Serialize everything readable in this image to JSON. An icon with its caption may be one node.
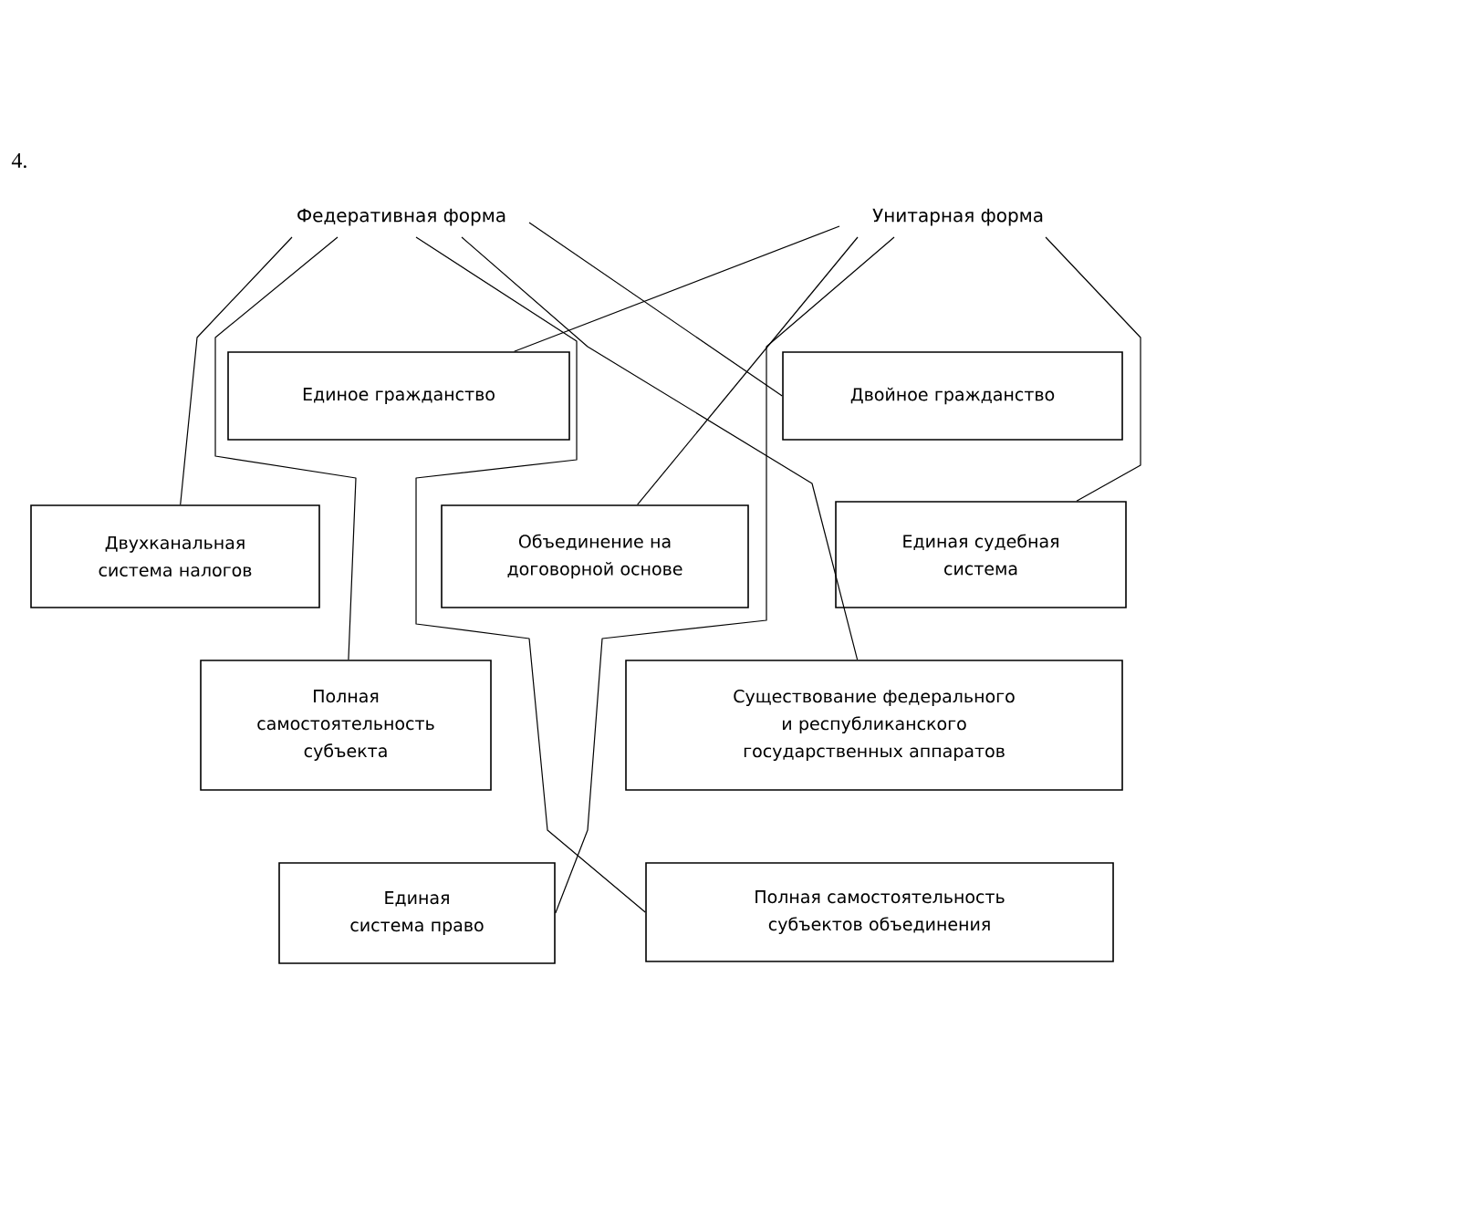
{
  "diagram": {
    "nodes": [
      {
        "text": [
          "Федеративная форма"
        ]
      },
      {
        "text": [
          "Унитарная форма"
        ]
      },
      {
        "text": [
          "Единое гражданство"
        ]
      },
      {
        "text": [
          "Двойное гражданство"
        ]
      },
      {
        "text": [
          "Двухканальная система налогов"
        ]
      },
      {
        "text": [
          "Объединение на договорной основе"
        ]
      },
      {
        "text": [
          "Единая судебная система"
        ]
      },
      {
        "text": [
          "Полная самостоятельность субъекта"
        ]
      },
      {
        "text": [
          "Существование федерального и республиканского государственных аппаратов"
        ]
      },
      {
        "text": [
          "Единая система право"
        ]
      },
      {
        "text": [
          "Полная самостоятельность субъектов объединения"
        ]
      }
    ],
    "edges": [
      {
        "from": 0,
        "to": 4,
        "arrow": "none"
      },
      {
        "from": 0,
        "to": 7,
        "arrow": "none"
      },
      {
        "from": 0,
        "to": 10,
        "arrow": "none"
      },
      {
        "from": 0,
        "to": 8,
        "arrow": "none"
      },
      {
        "from": 0,
        "to": 3,
        "arrow": "none"
      },
      {
        "from": 1,
        "to": 2,
        "arrow": "none"
      },
      {
        "from": 1,
        "to": 5,
        "arrow": "none"
      },
      {
        "from": 1,
        "to": 9,
        "arrow": "none"
      },
      {
        "from": 1,
        "to": 6,
        "arrow": "none"
      }
    ],
    "labels": [
      "4."
    ]
  }
}
